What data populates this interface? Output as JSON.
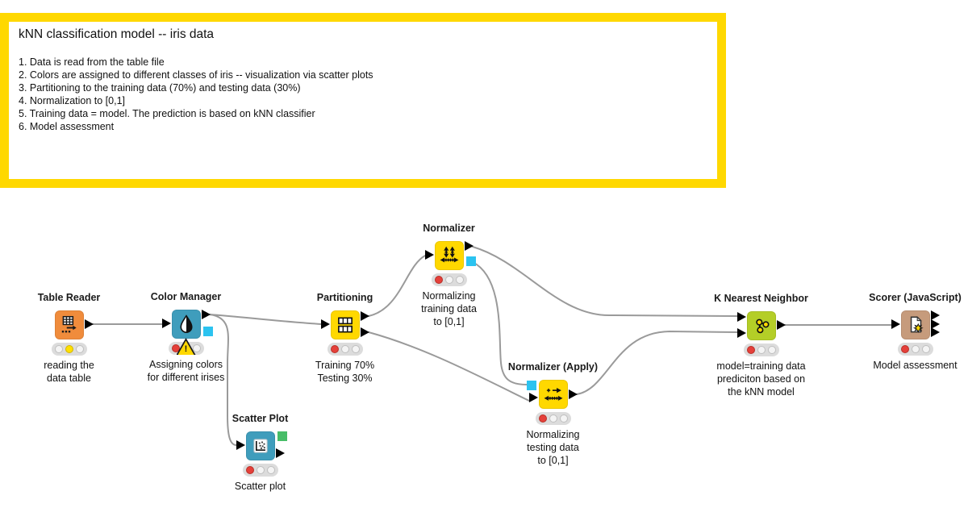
{
  "app": "KNIME workflow editor",
  "annotation": {
    "title": "kNN classification model -- iris data",
    "lines": [
      "1. Data is read from the table file",
      "2. Colors are assigned to different classes of iris -- visualization via scatter plots",
      "3. Partitioning to the training data (70%) and testing data (30%)",
      "4. Normalization to [0,1]",
      "5. Training data = model. The prediction is based on kNN classifier",
      "6. Model assessment"
    ],
    "border_color": "#ffd800"
  },
  "colors": {
    "status_red": "#e5403a",
    "status_yellow": "#ffe000",
    "status_off": "#f4f4f4",
    "wire": "#9a9a9a",
    "data_port": "#000000",
    "color_port": "#2bc3f0",
    "image_port": "#47bd68"
  },
  "nodes": [
    {
      "id": "table-reader",
      "label": "Table Reader",
      "caption": "reading the\ndata table",
      "color": "#f08c3c",
      "lights": [
        "off",
        "yellow",
        "off"
      ],
      "warning": false
    },
    {
      "id": "color-manager",
      "label": "Color Manager",
      "caption": "Assigning colors\nfor different irises",
      "color": "#3f9dbc",
      "lights": [
        "red",
        "off",
        "off"
      ],
      "warning": true,
      "warning_glyph": "!"
    },
    {
      "id": "partitioning",
      "label": "Partitioning",
      "caption": "Training 70%\nTesting 30%",
      "color": "#ffd800",
      "lights": [
        "red",
        "off",
        "off"
      ],
      "warning": false
    },
    {
      "id": "normalizer",
      "label": "Normalizer",
      "caption": "Normalizing\ntraining data\nto [0,1]",
      "color": "#ffd800",
      "lights": [
        "red",
        "off",
        "off"
      ],
      "warning": false
    },
    {
      "id": "normalizer-apply",
      "label": "Normalizer (Apply)",
      "caption": "Normalizing\ntesting data\nto [0,1]",
      "color": "#ffd800",
      "lights": [
        "red",
        "off",
        "off"
      ],
      "warning": false
    },
    {
      "id": "scatter-plot",
      "label": "Scatter Plot",
      "caption": "Scatter plot",
      "color": "#3f9dbc",
      "lights": [
        "red",
        "off",
        "off"
      ],
      "warning": false
    },
    {
      "id": "k-nearest-neighbor",
      "label": "K Nearest Neighbor",
      "caption": "model=training data\nprediciton based on\nthe kNN model",
      "color": "#b4ce27",
      "lights": [
        "red",
        "off",
        "off"
      ],
      "warning": false
    },
    {
      "id": "scorer-javascript",
      "label": "Scorer (JavaScript)",
      "caption": "Model assessment",
      "color": "#c69b7c",
      "lights": [
        "red",
        "off",
        "off"
      ],
      "warning": false
    }
  ],
  "connections": [
    {
      "from": "Table Reader",
      "to": "Color Manager"
    },
    {
      "from": "Color Manager",
      "to": "Partitioning"
    },
    {
      "from": "Color Manager",
      "to": "Scatter Plot"
    },
    {
      "from": "Partitioning",
      "to": "Normalizer"
    },
    {
      "from": "Partitioning",
      "to": "Normalizer (Apply)"
    },
    {
      "from": "Normalizer",
      "to": "K Nearest Neighbor"
    },
    {
      "from": "Normalizer",
      "to": "Normalizer (Apply)"
    },
    {
      "from": "Normalizer (Apply)",
      "to": "K Nearest Neighbor"
    },
    {
      "from": "K Nearest Neighbor",
      "to": "Scorer (JavaScript)"
    }
  ]
}
